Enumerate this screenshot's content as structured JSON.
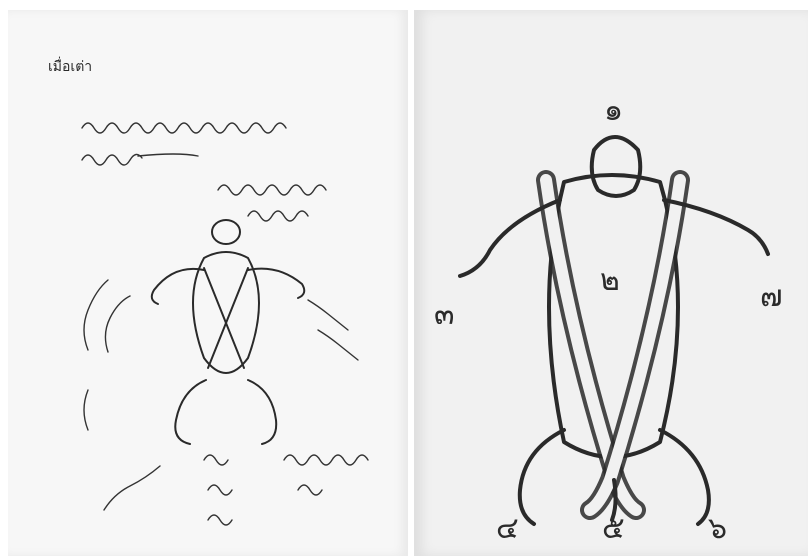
{
  "left_page": {
    "caption": "เมื่อเต่า"
  },
  "right_page": {
    "numerals": [
      "๑",
      "๒",
      "๓",
      "๗",
      "๔",
      "๕",
      "๖"
    ]
  },
  "colors": {
    "ink": "#2a2a2a",
    "paper_left": "#f7f7f7",
    "paper_right": "#f1f1f1"
  }
}
